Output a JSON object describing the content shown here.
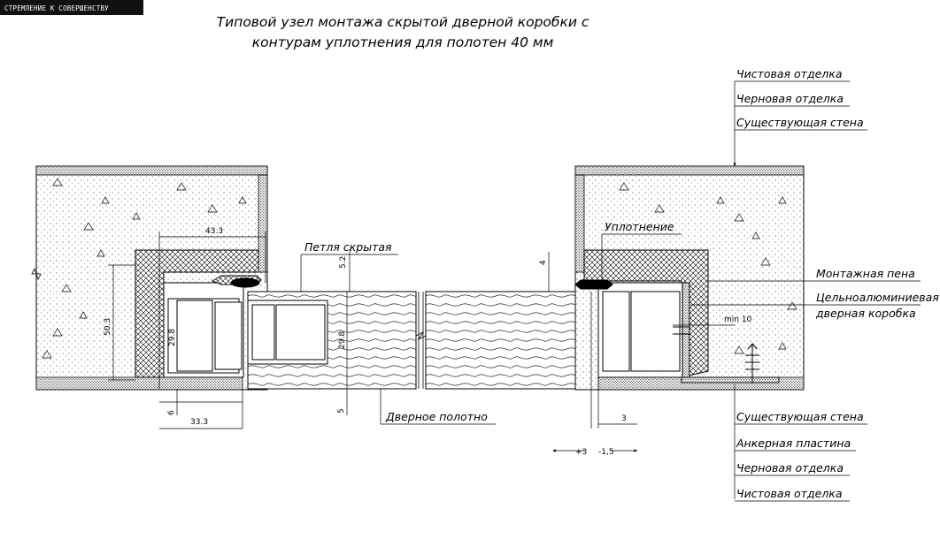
{
  "logo": {
    "text": "СТРЕМЛЕНИЕ К СОВЕРШЕНСТВУ"
  },
  "title": {
    "line1": "Типовой узел монтажа скрытой дверной коробки с",
    "line2": "контурам уплотнения для полотен 40 мм"
  },
  "labels": {
    "finish_top": "Чистовая отделка",
    "rough_top": "Черновая отделка",
    "wall_top": "Существующая стена",
    "hinge": "Петля скрытая",
    "seal": "Уплотнение",
    "foam": "Монтажная пена",
    "frame_line1": "Цельноалюминиевая",
    "frame_line2": "дверная коробка",
    "door_leaf": "Дверное полотно",
    "wall_bottom": "Существующая стена",
    "anchor": "Анкерная пластина",
    "rough_bottom": "Черновая отделка",
    "finish_bottom": "Чистовая отделка"
  },
  "dimensions": {
    "d43": "43.3",
    "d52": "5.2",
    "d503": "50.3",
    "d298a": "29.8",
    "d298b": "29.8",
    "d6": "6",
    "d333": "33.3",
    "d5": "5",
    "d4": "4",
    "dmin": "min 10",
    "d3": "3",
    "dplus": "+3",
    "dminus": "-1,5"
  },
  "colors": {
    "line": "#000000",
    "background": "#ffffff",
    "logo_bg": "#111111"
  }
}
